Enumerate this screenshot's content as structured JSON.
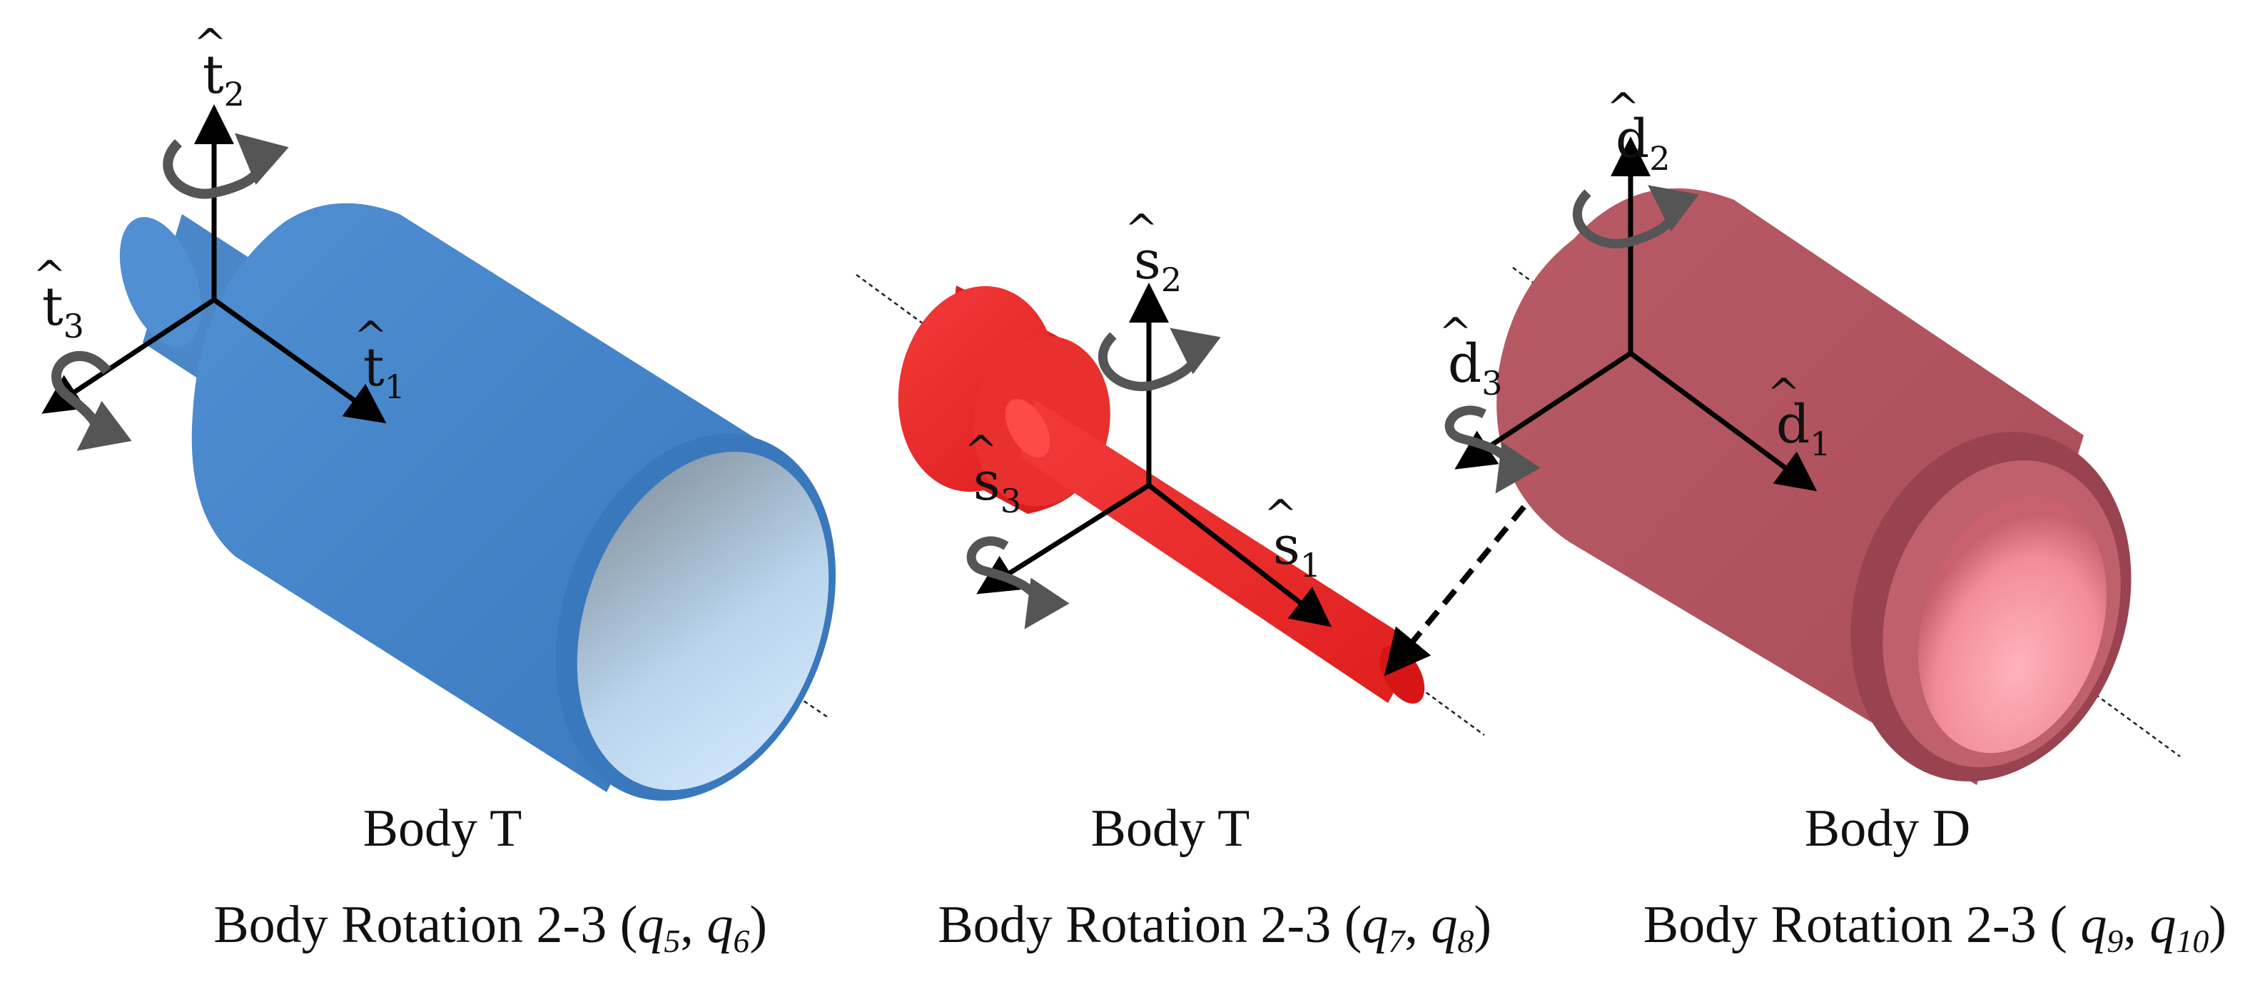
{
  "bodies": [
    {
      "name": "Body T",
      "rotation_prefix": "Body Rotation 2-3 (",
      "q_a": "q",
      "q_a_sub": "5",
      "separator": ", ",
      "q_b": "q",
      "q_b_sub": "6",
      "rotation_suffix": ")",
      "axes": {
        "a1": {
          "base": "t",
          "hat": "^",
          "sub": "1"
        },
        "a2": {
          "base": "t",
          "hat": "^",
          "sub": "2"
        },
        "a3": {
          "base": "t",
          "hat": "^",
          "sub": "3"
        }
      },
      "color": "#4a86c8"
    },
    {
      "name": "Body T",
      "rotation_prefix": "Body Rotation 2-3 (",
      "q_a": "q",
      "q_a_sub": "7",
      "separator": ", ",
      "q_b": "q",
      "q_b_sub": "8",
      "rotation_suffix": ")",
      "axes": {
        "a1": {
          "base": "s",
          "hat": "^",
          "sub": "1"
        },
        "a2": {
          "base": "s",
          "hat": "^",
          "sub": "2"
        },
        "a3": {
          "base": "s",
          "hat": "^",
          "sub": "3"
        }
      },
      "color": "#ee2a2a"
    },
    {
      "name": "Body D",
      "rotation_prefix": "Body Rotation 2-3 ( ",
      "q_a": "q",
      "q_a_sub": "9",
      "separator": ", ",
      "q_b": "q",
      "q_b_sub": "10",
      "rotation_suffix": ")",
      "axes": {
        "a1": {
          "base": "d",
          "hat": "^",
          "sub": "1"
        },
        "a2": {
          "base": "d",
          "hat": "^",
          "sub": "2"
        },
        "a3": {
          "base": "d",
          "hat": "^",
          "sub": "3"
        }
      },
      "color": "#b05560"
    }
  ],
  "icons": [
    "rotation-arrow-icon",
    "axis-arrow-icon"
  ]
}
